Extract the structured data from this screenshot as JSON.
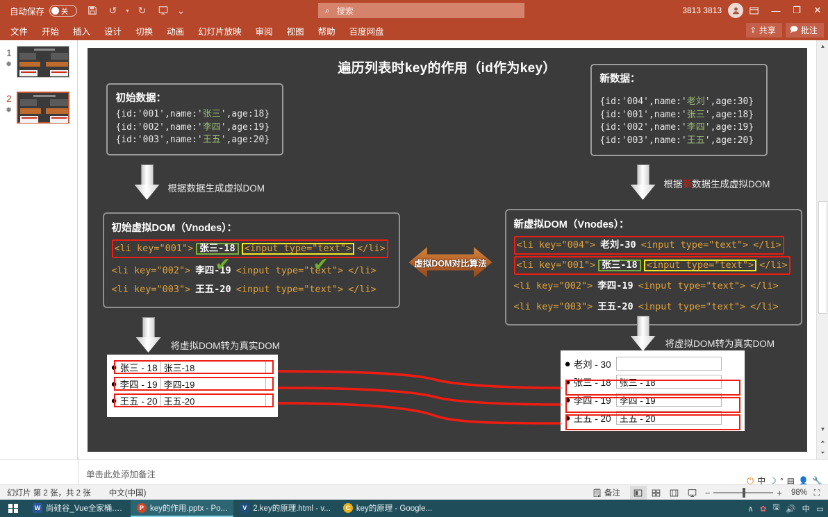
{
  "titlebar": {
    "autosave_label": "自动保存",
    "toggle_state": "关",
    "save_icon": "save-icon",
    "undo_icon": "undo-icon",
    "redo_icon": "redo-icon",
    "present_icon": "start-slideshow-icon",
    "customize_icon": "chevron-down-icon",
    "document_title": "key的作用.pptx",
    "title_caret": "▾",
    "search_placeholder": "搜索",
    "user_name": "3813 3813",
    "avatar_icon": "user-avatar-icon",
    "ribbon_display_icon": "ribbon-display-options-icon",
    "minimize_icon": "—",
    "restore_icon": "❐",
    "close_icon": "✕"
  },
  "ribbon": {
    "tabs": [
      "文件",
      "开始",
      "插入",
      "设计",
      "切换",
      "动画",
      "幻灯片放映",
      "审阅",
      "视图",
      "帮助",
      "百度网盘"
    ],
    "share_label": "共享",
    "comments_label": "批注"
  },
  "thumbnails": [
    {
      "number": "1",
      "selected": false
    },
    {
      "number": "2",
      "selected": true
    }
  ],
  "slide": {
    "title": "遍历列表时key的作用（id作为key）",
    "initial_data": {
      "heading": "初始数据：",
      "lines": [
        {
          "pre": "{id:'001',name:'",
          "name": "张三",
          "post": "',age:18}"
        },
        {
          "pre": "{id:'002',name:'",
          "name": "李四",
          "post": "',age:19}"
        },
        {
          "pre": "{id:'003',name:'",
          "name": "王五",
          "post": "',age:20}"
        }
      ]
    },
    "new_data": {
      "heading": "新数据：",
      "lines": [
        {
          "pre": "{id:'004',name:'",
          "name": "老刘",
          "post": "',age:30}"
        },
        {
          "pre": "{id:'001',name:'",
          "name": "张三",
          "post": "',age:18}"
        },
        {
          "pre": "{id:'002',name:'",
          "name": "李四",
          "post": "',age:19}"
        },
        {
          "pre": "{id:'003',name:'",
          "name": "王五",
          "post": "',age:20}"
        }
      ]
    },
    "arrow_label_left_top": "根据数据生成虚拟DOM",
    "arrow_label_right_top_pre": "根据",
    "arrow_label_right_top_red": "新",
    "arrow_label_right_top_post": "数据生成虚拟DOM",
    "arrow_label_left_bottom": "将虚拟DOM转为真实DOM",
    "arrow_label_right_bottom": "将虚拟DOM转为真实DOM",
    "diff_label": "虚拟DOM对比算法",
    "old_vdom": {
      "heading": "初始虚拟DOM（Vnodes）：",
      "rows": [
        {
          "open": "<li key=\"001\">",
          "name": "张三-18",
          "input": "<input type=\"text\">",
          "close": "</li>"
        },
        {
          "open": "<li key=\"002\">",
          "name": "李四-19",
          "input": "<input type=\"text\">",
          "close": "</li>"
        },
        {
          "open": "<li key=\"003\">",
          "name": "王五-20",
          "input": "<input type=\"text\">",
          "close": "</li>"
        }
      ]
    },
    "new_vdom": {
      "heading": "新虚拟DOM（Vnodes）：",
      "rows": [
        {
          "open": "<li key=\"004\">",
          "name": "老刘-30",
          "input": "<input type=\"text\">",
          "close": "</li>"
        },
        {
          "open": "<li key=\"001\">",
          "name": "张三-18",
          "input": "<input type=\"text\">",
          "close": "</li>"
        },
        {
          "open": "<li key=\"002\">",
          "name": "李四-19",
          "input": "<input type=\"text\">",
          "close": "</li>"
        },
        {
          "open": "<li key=\"003\">",
          "name": "王五-20",
          "input": "<input type=\"text\">",
          "close": "</li>"
        }
      ]
    },
    "old_real_dom": {
      "rows": [
        {
          "label": "张三 - 18",
          "value": "张三-18"
        },
        {
          "label": "李四 - 19",
          "value": "李四-19"
        },
        {
          "label": "王五 - 20",
          "value": "王五-20"
        }
      ]
    },
    "new_real_dom": {
      "rows": [
        {
          "label": "老刘 - 30",
          "value": ""
        },
        {
          "label": "张三 - 18",
          "value": "张三 - 18"
        },
        {
          "label": "李四 - 19",
          "value": "李四 - 19"
        },
        {
          "label": "王五 - 20",
          "value": "王五 - 20"
        }
      ]
    },
    "colors": {
      "highlight_red": "#ee1c11",
      "highlight_green": "#7fb03a",
      "highlight_yellow": "#f2e822",
      "diff_arrow": "#b7612a",
      "slide_bg": "#3b3b3b"
    }
  },
  "notes": {
    "placeholder": "单击此处添加备注"
  },
  "statusbar": {
    "slide_counter": "幻灯片 第 2 张，共 2 张",
    "language": "中文(中国)",
    "notes_label": "备注",
    "view_normal_icon": "normal-view-icon",
    "view_sorter_icon": "slide-sorter-icon",
    "view_reading_icon": "reading-view-icon",
    "view_show_icon": "slideshow-view-icon",
    "zoom_out": "−",
    "zoom_in": "+",
    "zoom_level": "98%",
    "fit_icon": "fit-to-window-icon"
  },
  "ime_tray": {
    "items": [
      "U",
      "中",
      "☽",
      "°",
      "⌨",
      "👤",
      "🔧"
    ]
  },
  "taskbar": {
    "start_icon": "windows-start-icon",
    "items": [
      {
        "label": "尚硅谷_Vue全家桶.d...",
        "icon": "word-icon",
        "color": "#2b579a",
        "glyph": "W",
        "active": false
      },
      {
        "label": "key的作用.pptx - Po...",
        "icon": "powerpoint-icon",
        "color": "#d24726",
        "glyph": "P",
        "active": true
      },
      {
        "label": "2.key的原理.html - v...",
        "icon": "vscode-icon",
        "color": "#1f4e79",
        "glyph": "V",
        "active": false
      },
      {
        "label": "key的原理 - Google...",
        "icon": "chrome-icon",
        "color": "#e8b11c",
        "glyph": "C",
        "active": false
      }
    ],
    "tray": [
      "∧",
      "✿",
      "🖫",
      "🔊",
      "中",
      "▭"
    ]
  }
}
